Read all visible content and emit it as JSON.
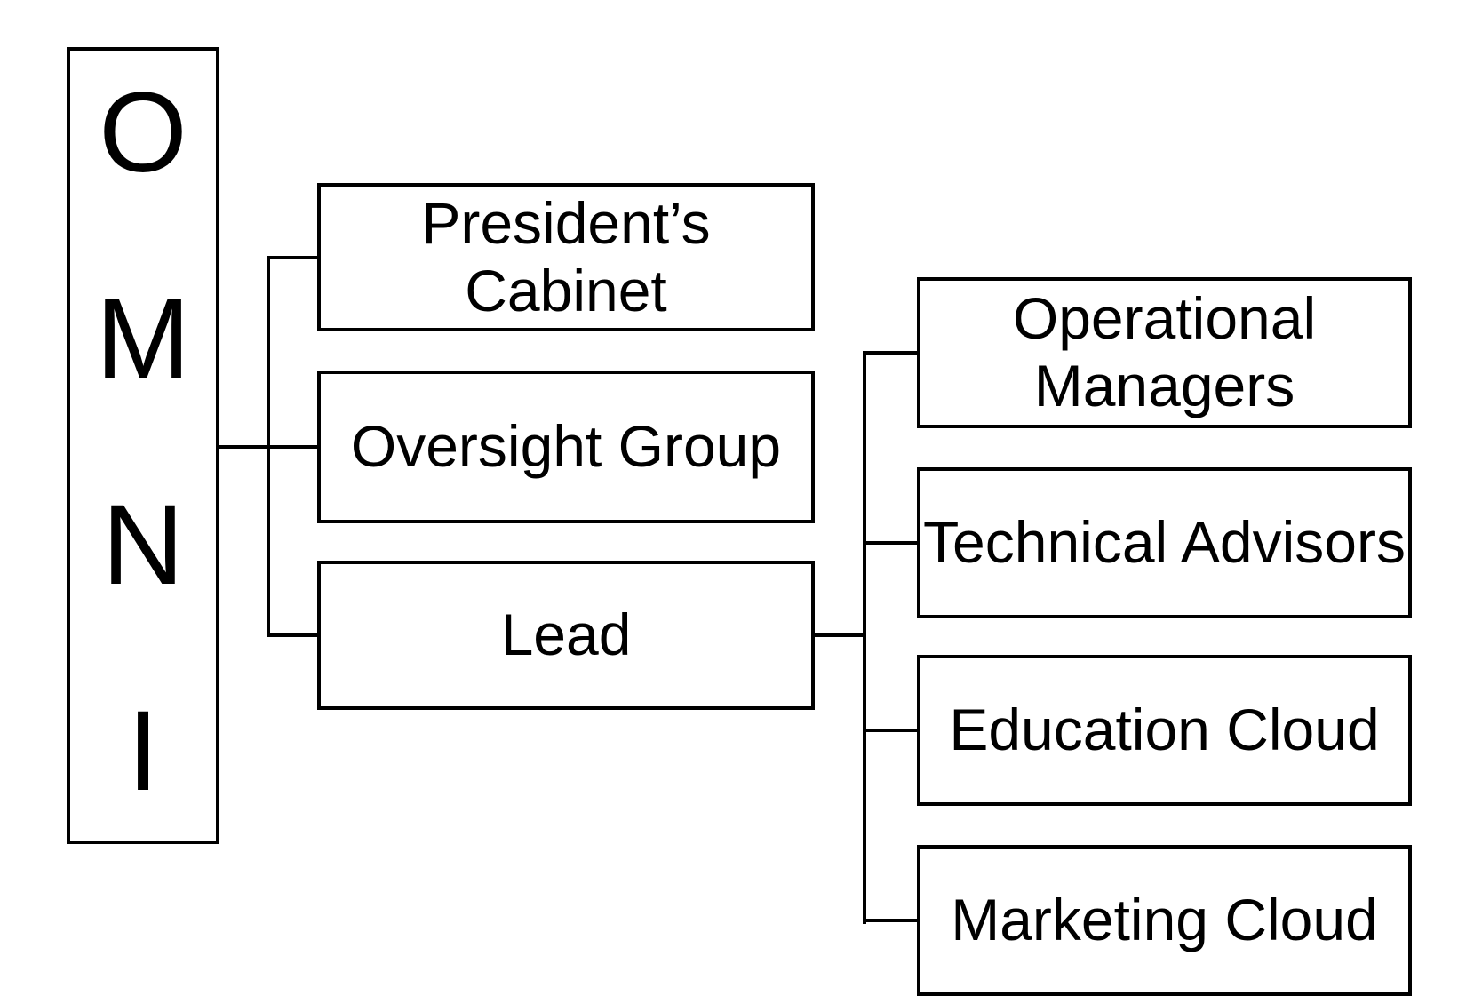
{
  "nodes": {
    "omni": {
      "label": "OMNI",
      "letters": [
        "O",
        "M",
        "N",
        "I"
      ]
    },
    "presidents_cabinet": {
      "lines": [
        "President’s",
        "Cabinet"
      ]
    },
    "oversight_group": {
      "lines": [
        "Oversight Group"
      ]
    },
    "lead": {
      "lines": [
        "Lead"
      ]
    },
    "operational_managers": {
      "lines": [
        "Operational",
        "Managers"
      ]
    },
    "technical_advisors": {
      "lines": [
        "Technical Advisors"
      ]
    },
    "education_cloud": {
      "lines": [
        "Education Cloud"
      ]
    },
    "marketing_cloud": {
      "lines": [
        "Marketing Cloud"
      ]
    }
  },
  "edges": [
    {
      "from": "OMNI",
      "to": "President’s Cabinet"
    },
    {
      "from": "OMNI",
      "to": "Oversight Group"
    },
    {
      "from": "OMNI",
      "to": "Lead"
    },
    {
      "from": "Lead",
      "to": "Operational Managers"
    },
    {
      "from": "Lead",
      "to": "Technical Advisors"
    },
    {
      "from": "Lead",
      "to": "Education Cloud"
    },
    {
      "from": "Lead",
      "to": "Marketing Cloud"
    }
  ],
  "colors": {
    "line": "#000000",
    "text": "#000000",
    "box_fill": "#ffffff",
    "background": "#ffffff"
  }
}
